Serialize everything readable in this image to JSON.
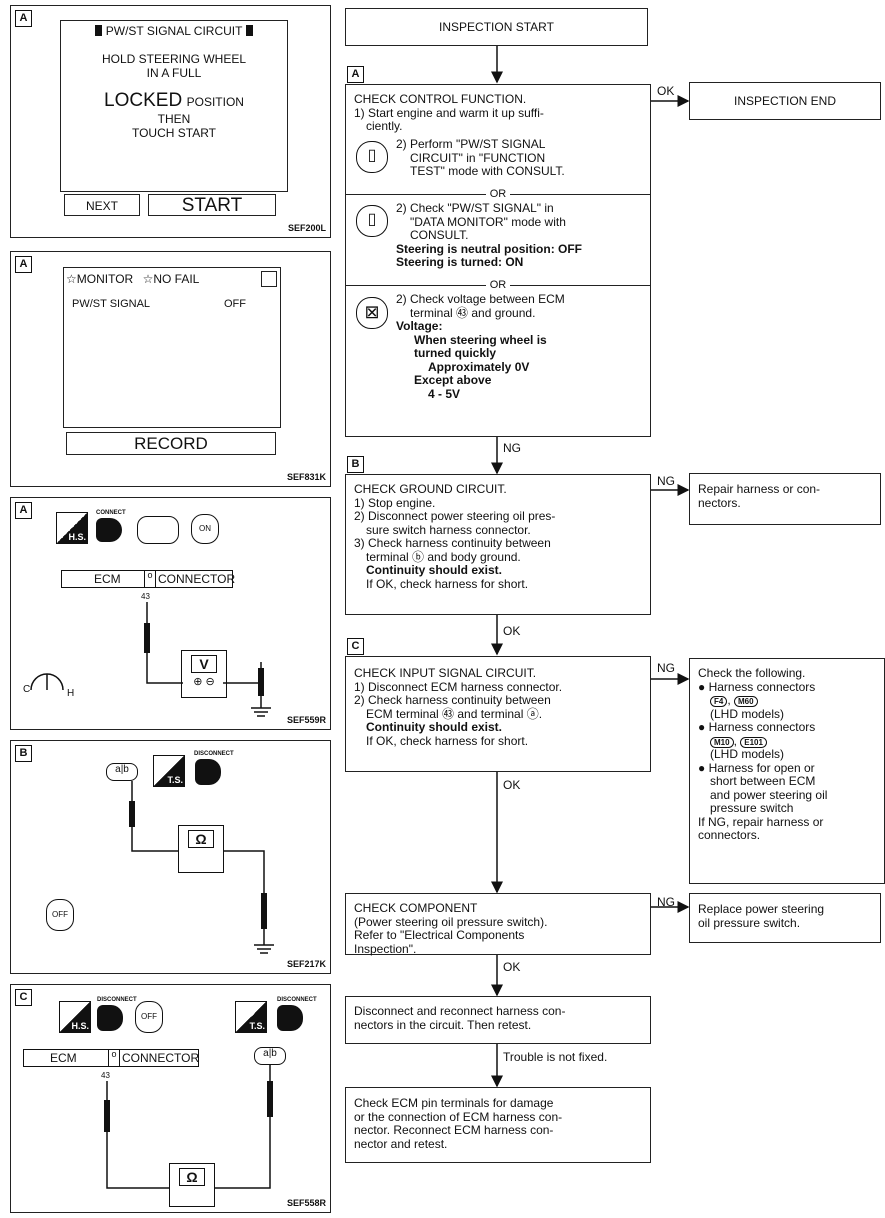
{
  "panels": {
    "p1": {
      "tag": "A",
      "title": "PW/ST SIGNAL CIRCUIT",
      "line1": "HOLD STEERING WHEEL",
      "line2": "IN A FULL",
      "line3": "LOCKED",
      "line3b": "POSITION",
      "line4": "THEN",
      "line5": "TOUCH START",
      "btn_next": "NEXT",
      "btn_start": "START",
      "fig": "SEF200L"
    },
    "p2": {
      "tag": "A",
      "monitor": "MONITOR",
      "nofail": "NO FAIL",
      "signal": "PW/ST SIGNAL",
      "value": "OFF",
      "record": "RECORD",
      "fig": "SEF831K"
    },
    "p3": {
      "tag": "A",
      "hs": "H.S.",
      "connect": "CONNECT",
      "ecm": "ECM",
      "connector": "CONNECTOR",
      "pin": "43",
      "meter": "V",
      "c": "C",
      "h": "H",
      "fig": "SEF559R"
    },
    "p4": {
      "tag": "B",
      "a": "a",
      "b": "b",
      "ts": "T.S.",
      "disconnect": "DISCONNECT",
      "meter": "Ω",
      "off": "OFF",
      "fig": "SEF217K"
    },
    "p5": {
      "tag": "C",
      "hs": "H.S.",
      "ts": "T.S.",
      "disconnect1": "DISCONNECT",
      "disconnect2": "DISCONNECT",
      "off": "OFF",
      "ecm": "ECM",
      "connector": "CONNECTOR",
      "pin": "43",
      "a": "a",
      "b": "b",
      "meter": "Ω",
      "fig": "SEF558R"
    }
  },
  "flow": {
    "start": "INSPECTION START",
    "end": "INSPECTION END",
    "stepA": {
      "tag": "A",
      "title": "CHECK CONTROL FUNCTION.",
      "s1a": "1) Start engine and warm it up suffi-",
      "s1b": "ciently.",
      "o1a": "2) Perform \"PW/ST SIGNAL",
      "o1b": "CIRCUIT\" in \"FUNCTION",
      "o1c": "TEST\" mode with CONSULT.",
      "or": "OR",
      "o2a": "2) Check \"PW/ST SIGNAL\" in",
      "o2b": "\"DATA MONITOR\" mode with",
      "o2c": "CONSULT.",
      "o2d": "Steering is neutral position: OFF",
      "o2e": "Steering is turned: ON",
      "o3a": "2) Check voltage between ECM",
      "o3b": "terminal ㊸ and ground.",
      "o3c": "Voltage:",
      "o3d": "When steering wheel is",
      "o3e": "turned quickly",
      "o3f": "Approximately 0V",
      "o3g": "Except above",
      "o3h": "4 - 5V"
    },
    "stepB": {
      "tag": "B",
      "l1": "CHECK GROUND CIRCUIT.",
      "l2": "1) Stop engine.",
      "l3": "2) Disconnect power steering oil pres-",
      "l4": "sure switch harness connector.",
      "l5": "3) Check harness continuity between",
      "l6": "terminal ⓑ and body ground.",
      "l7": "Continuity should exist.",
      "l8": "If OK, check harness for short."
    },
    "repairB": {
      "l1": "Repair harness or con-",
      "l2": "nectors."
    },
    "stepC": {
      "tag": "C",
      "l1": "CHECK INPUT SIGNAL CIRCUIT.",
      "l2": "1) Disconnect ECM harness connector.",
      "l3": "2) Check harness continuity between",
      "l4": "ECM terminal ㊸ and terminal ⓐ.",
      "l5": "Continuity should exist.",
      "l6": "If OK, check harness for short."
    },
    "checkC": {
      "l1": "Check the following.",
      "l2": "● Harness connectors",
      "pin1": "F4",
      "pin2": "M60",
      "l3": "(LHD models)",
      "l4": "● Harness connectors",
      "pin3": "M10",
      "pin4": "E101",
      "l5": "(LHD models)",
      "l6": "● Harness for open or",
      "l7": "short between ECM",
      "l8": "and power steering oil",
      "l9": "pressure switch",
      "l10": "If NG, repair harness or",
      "l11": "connectors."
    },
    "comp": {
      "l1": "CHECK COMPONENT",
      "l2": "(Power steering oil pressure switch).",
      "l3": "Refer to \"Electrical Components",
      "l4": "Inspection\"."
    },
    "replace": {
      "l1": "Replace power steering",
      "l2": "oil pressure switch."
    },
    "reconn": {
      "l1": "Disconnect and reconnect harness con-",
      "l2": "nectors in the circuit. Then retest."
    },
    "final": {
      "l1": "Check ECM pin terminals for damage",
      "l2": "or the connection of ECM harness con-",
      "l3": "nector. Reconnect ECM harness con-",
      "l4": "nector and retest."
    },
    "labels": {
      "ok1": "OK",
      "ng1": "NG",
      "ng2": "NG",
      "ok2": "OK",
      "ng3": "NG",
      "ok3": "OK",
      "ng4": "NG",
      "ok4": "OK",
      "trouble": "Trouble is not fixed."
    }
  }
}
